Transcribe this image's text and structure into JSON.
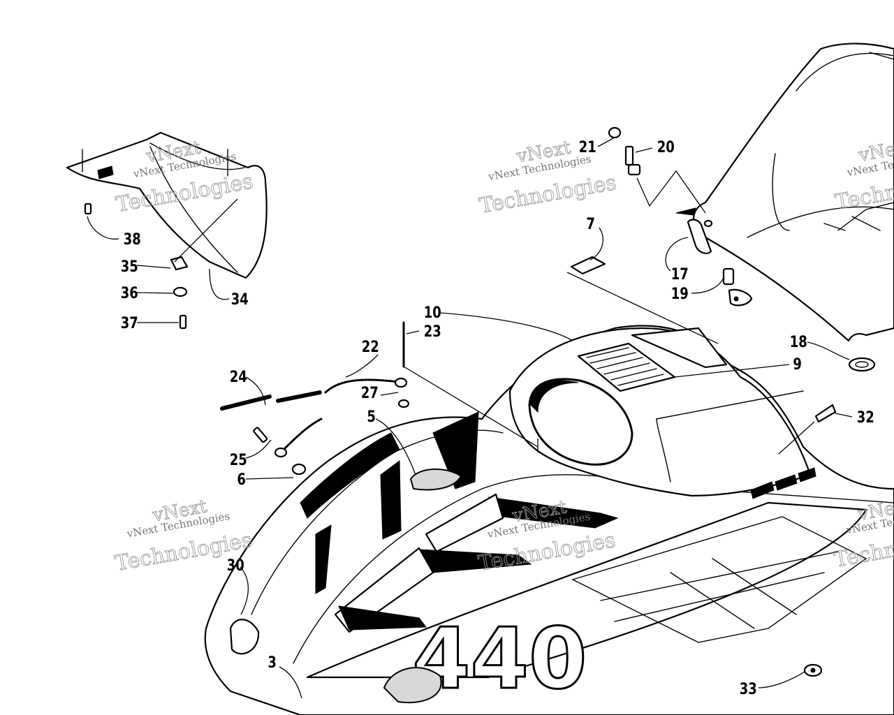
{
  "watermark": {
    "line1": "vNext",
    "line2": "Technologies",
    "small": "vNext Technologies"
  },
  "callouts": {
    "c3": "3",
    "c5": "5",
    "c6": "6",
    "c7": "7",
    "c9": "9",
    "c10": "10",
    "c17": "17",
    "c18": "18",
    "c19": "19",
    "c20": "20",
    "c21": "21",
    "c22": "22",
    "c23": "23",
    "c24": "24",
    "c25": "25",
    "c27": "27",
    "c30": "30",
    "c32": "32",
    "c33": "33",
    "c34": "34",
    "c35": "35",
    "c36": "36",
    "c37": "37",
    "c38": "38"
  }
}
